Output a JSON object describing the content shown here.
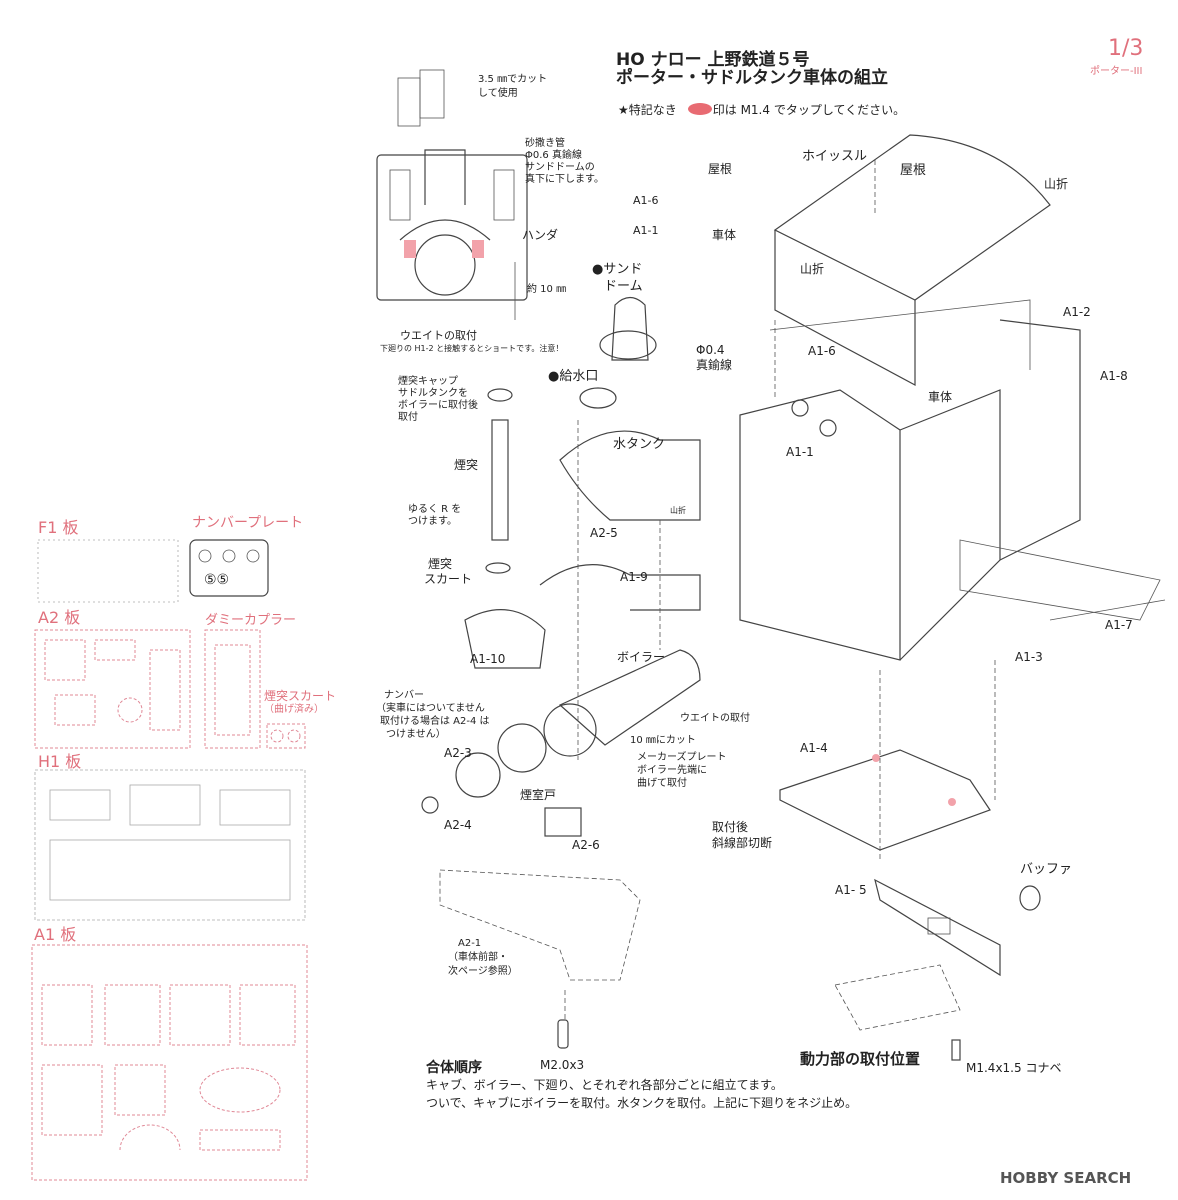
{
  "header": {
    "title_line1": "HO ナロー 上野鉄道５号",
    "title_line2": "ポーター・サドルタンク車体の組立",
    "page_number": "1/3",
    "model_code": "ポーター-III",
    "note": "★特記なき　　　印は M1.4 でタップしてください。"
  },
  "sheets": {
    "f1": "F1 板",
    "number_plate": "ナンバープレート",
    "number_plate_digits": "⑤⑤",
    "a2": "A2 板",
    "dummy_coupler": "ダミーカプラー",
    "chimney_skirt": "煙突スカート",
    "chimney_skirt_note": "（曲げ済み）",
    "h1": "H1 板",
    "a1": "A1 板"
  },
  "labels": {
    "cut_35": "3.5 ㎜でカット",
    "use": "して使用",
    "sand_pipe_1": "砂撒き管",
    "sand_pipe_2": "Φ0.6 真鍮線",
    "sand_pipe_3": "サンドドームの",
    "sand_pipe_4": "真下に下します。",
    "solder": "ハンダ",
    "approx_10": "約 10 ㎜",
    "weight_mount": "ウエイトの取付",
    "weight_warning": "下廻りの H1-2 と接触するとショートです。注意！",
    "sand_dome_1": "●サンド",
    "sand_dome_2": "ドーム",
    "water_inlet": "●給水口",
    "brass_04_1": "Φ0.4",
    "brass_04_2": "真鍮線",
    "chimney_cap_1": "煙突キャップ",
    "chimney_cap_2": "サドルタンクを",
    "chimney_cap_3": "ボイラーに取付後",
    "chimney_cap_4": "取付",
    "chimney": "煙突",
    "loose_r_1": "ゆるく R を",
    "loose_r_2": "つけます。",
    "chimney_skirt_1": "煙突",
    "chimney_skirt_2": "スカート",
    "water_tank": "水タンク",
    "a2_5": "A2-5",
    "a1_9": "A1-9",
    "a1_10": "A1-10",
    "boiler": "ボイラー",
    "roof_small": "屋根",
    "body_small": "車体",
    "a1_6a": "A1-6",
    "a1_1a": "A1-1",
    "whistle": "ホイッスル",
    "roof": "屋根",
    "fold_1": "山折",
    "fold_2": "山折",
    "fold_small": "山折",
    "a1_6b": "A1-6",
    "a1_2": "A1-2",
    "a1_8": "A1-8",
    "body": "車体",
    "a1_1b": "A1-1",
    "a1_7": "A1-7",
    "a1_3": "A1-3",
    "number_1": "ナンバー",
    "number_2": "（実車にはついてません",
    "number_3": "取付ける場合は A2-4 は",
    "number_4": "つけません）",
    "a2_3": "A2-3",
    "a2_4": "A2-4",
    "smokebox_door": "煙室戸",
    "weight_mount_2": "ウエイトの取付",
    "cut_10": "10 ㎜にカット",
    "maker_plate_1": "メーカーズプレート",
    "maker_plate_2": "ボイラー先端に",
    "maker_plate_3": "曲げて取付",
    "a2_6": "A2-6",
    "a1_4": "A1-4",
    "after_mount_1": "取付後",
    "after_mount_2": "斜線部切断",
    "a1_5": "A1- 5",
    "buffer": "バッファ",
    "a2_1_1": "A2-1",
    "a2_1_2": "（車体前部・",
    "a2_1_3": "次ページ参照）",
    "m20x3": "M2.0x3",
    "m14": "M1.4x1.5 コナベ",
    "drive_unit": "動力部の取付位置"
  },
  "assembly": {
    "heading": "合体順序",
    "line1": "キャブ、ボイラー、下廻り、とそれぞれ各部分ごとに組立てます。",
    "line2": "ついで、キャブにボイラーを取付。水タンクを取付。上記に下廻りをネジ止め。"
  },
  "footer": {
    "logo": "HOBBY SEARCH"
  },
  "colors": {
    "accent_pink": "#e0707c",
    "line": "#444444"
  }
}
